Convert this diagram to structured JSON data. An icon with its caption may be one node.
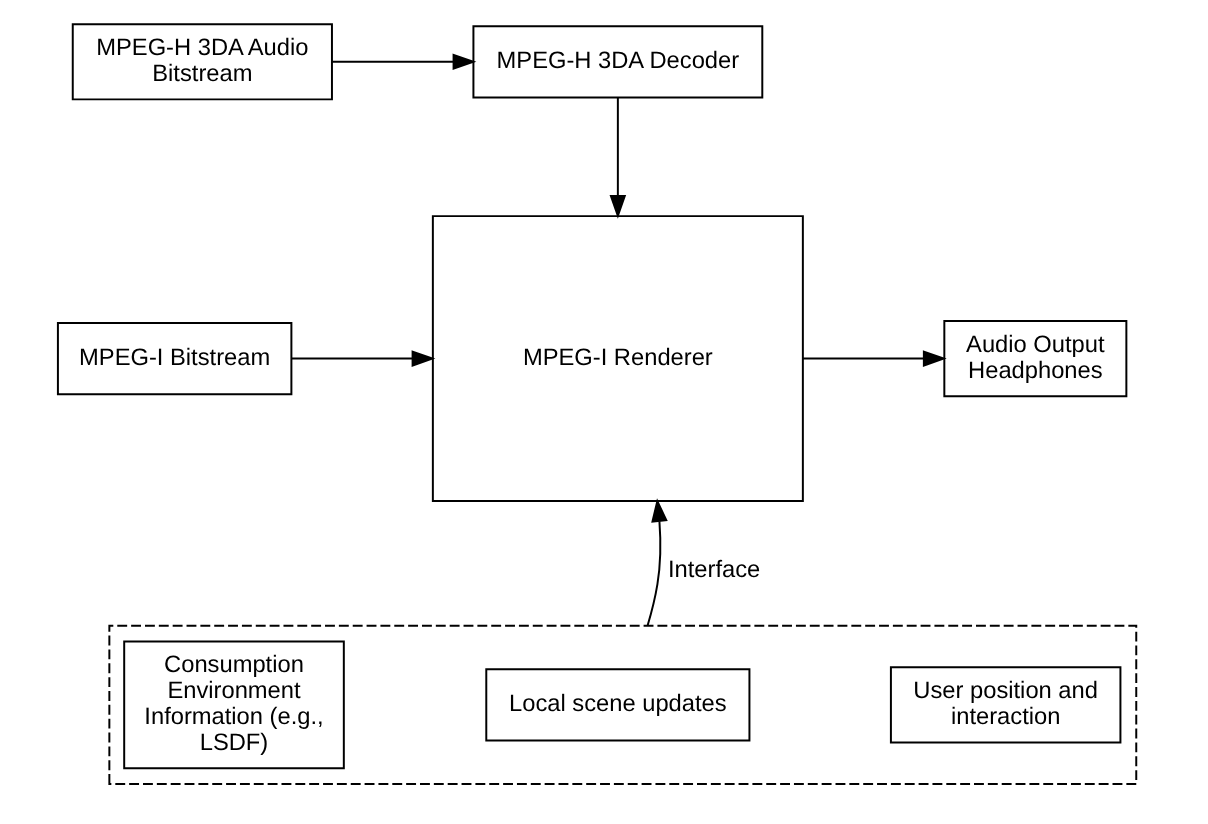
{
  "diagram": {
    "nodes": [
      {
        "text": [
          "MPEG-H 3DA Audio Bitstream"
        ]
      },
      {
        "text": [
          "MPEG-H 3DA Decoder"
        ]
      },
      {
        "text": [
          "MPEG-I Bitstream"
        ]
      },
      {
        "text": [
          "MPEG-I Renderer"
        ]
      },
      {
        "text": [
          "Audio Output Headphones"
        ]
      },
      {
        "text": [],
        "shape": "box"
      },
      {
        "text": [
          "Consumption Environment Information (e.g., LSDF)"
        ],
        "in": 5
      },
      {
        "text": [
          "Local scene updates"
        ],
        "in": 5
      },
      {
        "text": [
          "User position and interaction"
        ],
        "in": 5
      }
    ],
    "edges": [
      {
        "from": 0,
        "to": 1,
        "arrow": "to"
      },
      {
        "from": 1,
        "to": 3,
        "arrow": "to"
      },
      {
        "from": 2,
        "to": 3,
        "arrow": "to"
      },
      {
        "from": 3,
        "to": 4,
        "arrow": "to"
      },
      {
        "from": 5,
        "to": 3,
        "arrow": "to",
        "label": "Interface"
      }
    ]
  }
}
